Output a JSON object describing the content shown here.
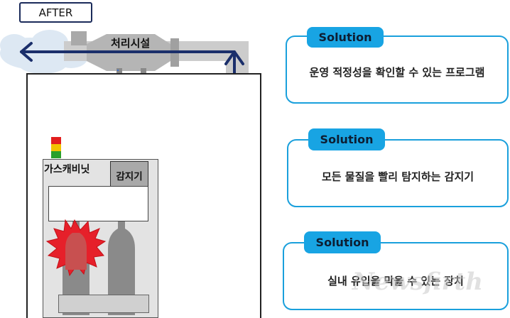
{
  "header": {
    "after_label": "AFTER"
  },
  "diagram": {
    "facility_label": "처리시설",
    "cabinet_label": "가스캐비닛",
    "sensor_label": "감지기",
    "colors": {
      "duct": "#cccccc",
      "arrow": "#1b2f6b",
      "alarm_red": "#e6202a",
      "light_red": "#e21e1e",
      "light_yellow": "#f2c200",
      "light_green": "#2aa02a"
    }
  },
  "solutions": [
    {
      "badge": "Solution",
      "text": "운영 적정성을 확인할 수 있는 프로그램"
    },
    {
      "badge": "Solution",
      "text": "모든 물질을 빨리 탐지하는 감지기"
    },
    {
      "badge": "Solution",
      "text": "실내 유입을 막을 수 있는 장치"
    }
  ],
  "watermark": {
    "text": "Newsfirth"
  }
}
